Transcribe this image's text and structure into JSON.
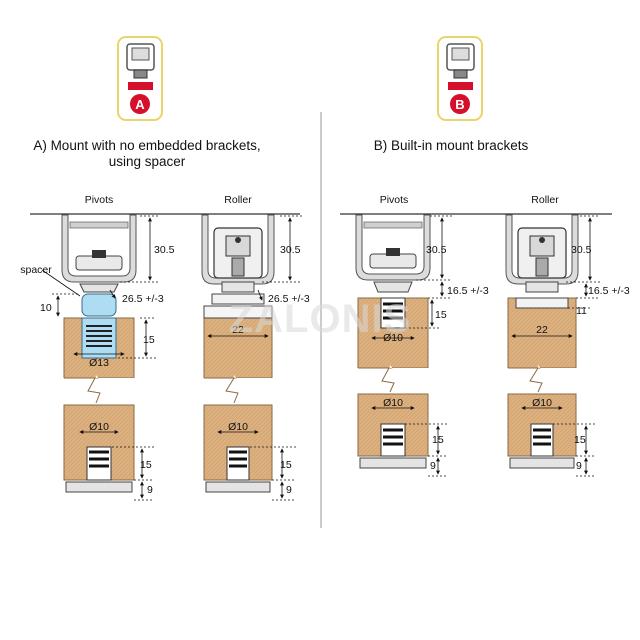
{
  "badges": {
    "a": "A",
    "b": "B"
  },
  "sections": {
    "a": {
      "title_line1": "A) Mount with no embedded brackets,",
      "title_line2": "using spacer"
    },
    "b": {
      "title": "B) Built-in mount brackets"
    }
  },
  "columns": {
    "pivots": "Pivots",
    "roller": "Roller"
  },
  "labels": {
    "spacer": "spacer"
  },
  "dims": {
    "d30_5": "30.5",
    "d26_5": "26.5 +/-3",
    "d16_5": "16.5 +/-3",
    "d10": "10",
    "d15": "15",
    "d22": "22",
    "d11": "11",
    "d9": "9",
    "phi13": "Ø13",
    "phi10": "Ø10"
  },
  "watermark": "ZALONIS",
  "colors": {
    "wood": "#dcb07e",
    "wood_edge": "#8a6a44",
    "badge_red": "#d6102a",
    "badge_frame": "#e8d66a",
    "spacer_blue": "#aedcf2",
    "rail": "#dcdcdc"
  }
}
